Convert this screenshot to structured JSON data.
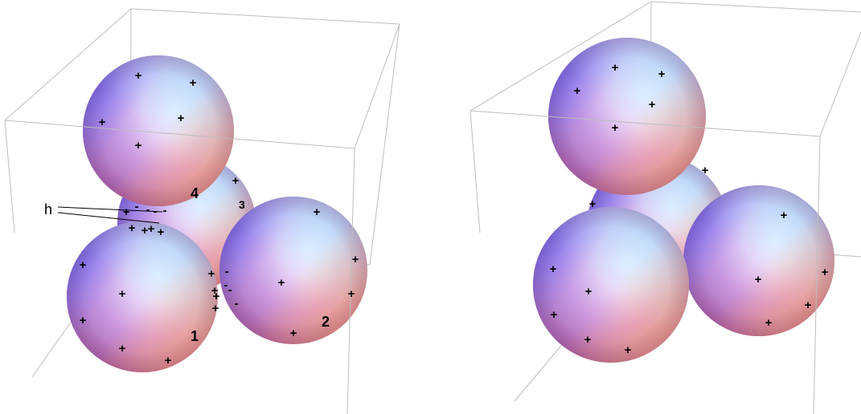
{
  "panels": [
    {
      "sphere_labels": {
        "s1": "1",
        "s2": "2",
        "s3": "3",
        "s4": "4"
      },
      "annotation": "h",
      "plus_sign": "+",
      "minus_sign": "-"
    },
    {
      "plus_sign": "+"
    }
  ],
  "colors": {
    "sphere_highlight": "#ffffff",
    "sphere_blue": "#6f7bff",
    "sphere_cyan": "#bfe6ff",
    "sphere_pink": "#e58fc0",
    "sphere_orange": "#f6b07a",
    "box_edge": "#bdbdbd"
  }
}
